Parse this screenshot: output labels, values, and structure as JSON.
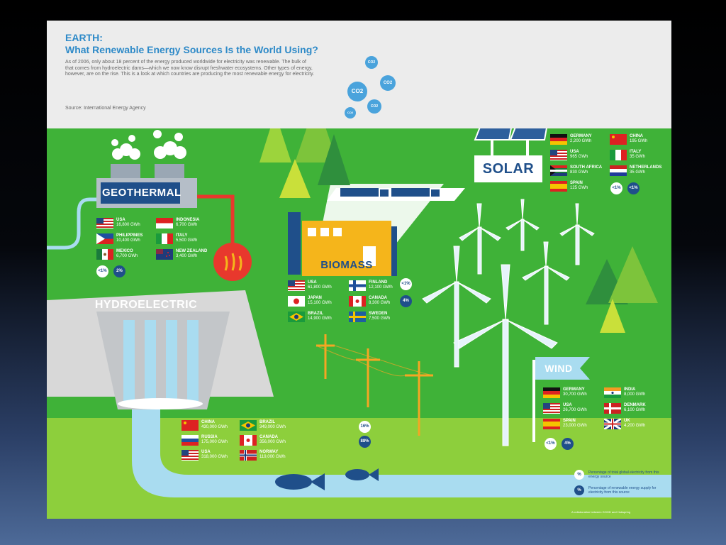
{
  "header": {
    "title_line1": "EARTH:",
    "title_line2": "What Renewable Energy Sources Is the World Using?",
    "intro": "As of 2006, only about 18 percent of the energy produced worldwide for electricity was renewable. The bulk of that comes from hydroelectric dams—which we now know disrupt freshwater ecosystems. Other types of energy, however, are on the rise. This is a look at which countries are producing the most renewable energy for electricity.",
    "source": "Source: International Energy Agency"
  },
  "co2_label": "CO2",
  "colors": {
    "accent_blue": "#2e8ac8",
    "navy": "#1f4f8a",
    "grass": "#3fb238",
    "water": "#a9dcf0"
  },
  "geothermal": {
    "label": "GEOTHERMAL",
    "countries": [
      {
        "name": "USA",
        "value": "16,800 GWh",
        "flag": "us"
      },
      {
        "name": "INDONESIA",
        "value": "6,700 GWh",
        "flag": "id"
      },
      {
        "name": "PHILIPPINES",
        "value": "10,400 GWh",
        "flag": "ph"
      },
      {
        "name": "ITALY",
        "value": "5,500 GWh",
        "flag": "it"
      },
      {
        "name": "MEXICO",
        "value": "6,700 GWh",
        "flag": "mx"
      },
      {
        "name": "NEW ZEALAND",
        "value": "3,400 GWh",
        "flag": "nz"
      }
    ],
    "pct_global": "<1%",
    "pct_renewable": "2%"
  },
  "solar": {
    "label": "SOLAR",
    "countries": [
      {
        "name": "GERMANY",
        "value": "2,200 GWh",
        "flag": "de"
      },
      {
        "name": "CHINA",
        "value": "195 GWh",
        "flag": "cn"
      },
      {
        "name": "USA",
        "value": "965 GWh",
        "flag": "us"
      },
      {
        "name": "ITALY",
        "value": "35 GWh",
        "flag": "it"
      },
      {
        "name": "SOUTH AFRICA",
        "value": "830 GWh",
        "flag": "za"
      },
      {
        "name": "NETHERLANDS",
        "value": "35 GWh",
        "flag": "nl"
      },
      {
        "name": "SPAIN",
        "value": "125 GWh",
        "flag": "es"
      }
    ],
    "pct_global": "<1%",
    "pct_renewable": "<1%"
  },
  "biomass": {
    "label": "BIOMASS",
    "countries": [
      {
        "name": "USA",
        "value": "61,800 GWh",
        "flag": "us"
      },
      {
        "name": "FINLAND",
        "value": "12,100 GWh",
        "flag": "fi"
      },
      {
        "name": "JAPAN",
        "value": "15,100 GWh",
        "flag": "jp"
      },
      {
        "name": "CANADA",
        "value": "8,300 GWh",
        "flag": "ca"
      },
      {
        "name": "BRAZIL",
        "value": "14,900 GWh",
        "flag": "br"
      },
      {
        "name": "SWEDEN",
        "value": "7,500 GWh",
        "flag": "se"
      }
    ],
    "pct_global": "<1%",
    "pct_renewable": "4%"
  },
  "hydroelectric": {
    "label": "HYDROELECTRIC",
    "countries": [
      {
        "name": "CHINA",
        "value": "430,000 GWh",
        "flag": "cn"
      },
      {
        "name": "BRAZIL",
        "value": "349,000 GWh",
        "flag": "br"
      },
      {
        "name": "RUSSIA",
        "value": "175,000 GWh",
        "flag": "ru"
      },
      {
        "name": "CANADA",
        "value": "356,000 GWh",
        "flag": "ca"
      },
      {
        "name": "USA",
        "value": "318,000 GWh",
        "flag": "us"
      },
      {
        "name": "NORWAY",
        "value": "119,000 GWh",
        "flag": "no"
      }
    ],
    "pct_global": "16%",
    "pct_renewable": "88%"
  },
  "wind": {
    "label": "WIND",
    "countries": [
      {
        "name": "GERMANY",
        "value": "30,700 GWh",
        "flag": "de"
      },
      {
        "name": "INDIA",
        "value": "8,000 GWh",
        "flag": "in"
      },
      {
        "name": "USA",
        "value": "26,700 GWh",
        "flag": "us"
      },
      {
        "name": "DENMARK",
        "value": "6,100 GWh",
        "flag": "dk"
      },
      {
        "name": "SPAIN",
        "value": "23,000 GWh",
        "flag": "es"
      },
      {
        "name": "UK",
        "value": "4,200 GWh",
        "flag": "gb"
      }
    ],
    "pct_global": "<1%",
    "pct_renewable": "4%"
  },
  "legend": {
    "white_symbol": "%",
    "white_text": "Percentage of total global electricity from this energy source",
    "navy_symbol": "%",
    "navy_text": "Percentage of renewable energy supply for electricity from this source"
  },
  "footer": "A collaboration between GOOD and Hubspring"
}
